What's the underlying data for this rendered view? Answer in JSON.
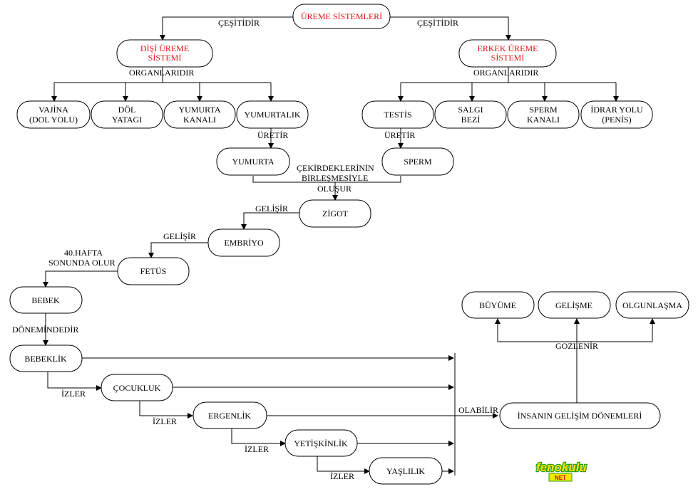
{
  "colors": {
    "root_text": "#e01010",
    "line": "#000000",
    "logo_green": "#2e9e1e",
    "logo_yellow": "#f2e600",
    "logo_red": "#d01010"
  },
  "nodes": {
    "root": "ÜREME SİSTEMLERİ",
    "female_1": "DİŞİ ÜREME",
    "female_2": "SİSTEMİ",
    "male_1": "ERKEK ÜREME",
    "male_2": "SİSTEMİ",
    "vagina_1": "VAJİNA",
    "vagina_2": "(DOL YOLU)",
    "womb_1": "DÖL",
    "womb_2": "YATAGI",
    "oviduct_1": "YUMURTA",
    "oviduct_2": "KANALI",
    "ovary": "YUMURTALIK",
    "testis": "TESTİS",
    "gland_1": "SALGI",
    "gland_2": "BEZİ",
    "sperm_duct_1": "SPERM",
    "sperm_duct_2": "KANALI",
    "urethra_1": "İDRAR YOLU",
    "urethra_2": "(PENİS)",
    "egg": "YUMURTA",
    "sperm": "SPERM",
    "zygote": "ZİGOT",
    "embryo": "EMBRİYO",
    "fetus": "FETÜS",
    "baby": "BEBEK",
    "infancy": "BEBEKLİK",
    "childhood": "ÇOCUKLUK",
    "adolescence": "ERGENLİK",
    "adulthood": "YETİŞKİNLİK",
    "oldage": "YAŞLILIK",
    "periods": "İNSANIN GELİŞİM DÖNEMLERİ",
    "growth": "BÜYÜME",
    "development": "GELİŞME",
    "maturation": "OLGUNLAŞMA"
  },
  "labels": {
    "cesitidir_left": "ÇEŞİTİDİR",
    "cesitidir_right": "ÇEŞİTİDİR",
    "organlaridir_left": "ORGANLARIDIR",
    "organlaridir_right": "ORGANLARIDIR",
    "uretir_left": "ÜRETİR",
    "uretir_right": "ÜRETİR",
    "fusion_1": "ÇEKİRDEKLERİNİN",
    "fusion_2": "BİRLEŞMESİYLE",
    "fusion_3": "OLUŞUR",
    "gelisir_1": "GELİŞİR",
    "gelisir_2": "GELİŞİR",
    "week_1": "40.HAFTA",
    "week_2": "SONUNDA OLUR",
    "donemindedir": "DÖNEMİNDEDİR",
    "izler_1": "İZLER",
    "izler_2": "İZLER",
    "izler_3": "İZLER",
    "izler_4": "İZLER",
    "olabilir": "OLABİLİR",
    "gozlenir": "GOZLENİR"
  },
  "logo": {
    "main": "fenokulu",
    "sub": "NET"
  }
}
